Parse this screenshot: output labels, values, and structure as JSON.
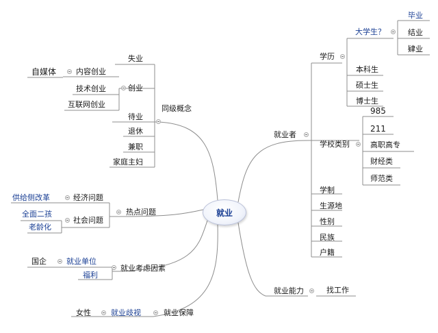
{
  "root": "就业",
  "branches": {
    "tongji": {
      "label": "同级概念",
      "shiye": "失业",
      "chuangye": {
        "label": "创业",
        "neirong": {
          "label": "内容创业",
          "zimeiti": "自媒体"
        },
        "jishu": "技术创业",
        "hulianwang": "互联网创业"
      },
      "daiye": "待业",
      "tuixiu": "退休",
      "jianzhi": "兼职",
      "jiating": "家庭主妇"
    },
    "redian": {
      "label": "热点问题",
      "jingji": {
        "label": "经济问题",
        "gongji": "供给侧改革"
      },
      "shehui": {
        "label": "社会问题",
        "erhai": "全面二孩",
        "laoling": "老龄化"
      }
    },
    "kaolv": {
      "label": "就业考虑因素",
      "danwei": {
        "label": "就业单位",
        "guoqi": "国企"
      },
      "fuli": "福利"
    },
    "baozhang": {
      "label": "就业保障",
      "qishi": {
        "label": "就业歧视",
        "nvxing": "女性"
      }
    },
    "jiuyezhe": {
      "label": "就业者",
      "xueli": {
        "label": "学历",
        "daxuesheng": {
          "label": "大学生？",
          "biye": "毕业",
          "jieye": "结业",
          "sye": "肄业"
        },
        "benke": "本科生",
        "shuoshi": "硕士生",
        "boshi": "博士生"
      },
      "leibie": {
        "label": "学校类别",
        "items": [
          "985",
          "211",
          "高职高专",
          "财经类",
          "师范类"
        ]
      },
      "xuezhi": "学制",
      "shengyuandi": "生源地",
      "xingbie": "性别",
      "minzu": "民族",
      "huji": "户籍"
    },
    "nengli": {
      "label": "就业能力",
      "zhaogongzuo": "找工作"
    }
  },
  "colors": {
    "link": "#8c8c8c",
    "text": "#1a1a1a",
    "accent": "#1a3f94"
  }
}
